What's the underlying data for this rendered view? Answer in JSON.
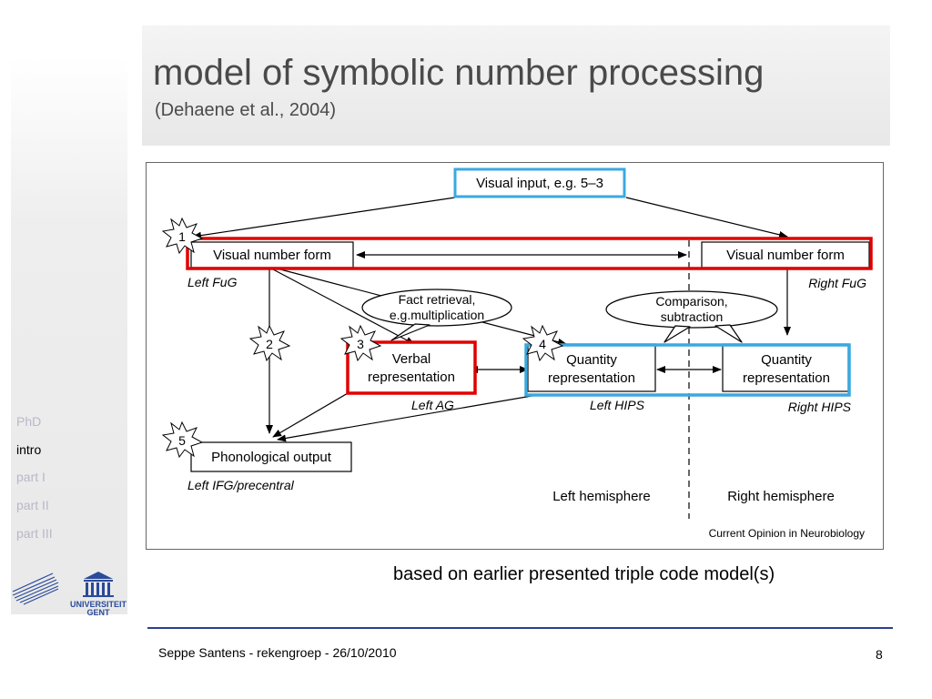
{
  "slide": {
    "title": "model of symbolic number processing",
    "subtitle": "(Dehaene et al., 2004)",
    "note": "based on earlier presented triple code model(s)",
    "footer": "Seppe Santens - rekengroep - 26/10/2010",
    "page": "8"
  },
  "nav": {
    "items": [
      "PhD",
      "intro",
      "part I",
      "part II",
      "part III"
    ],
    "active": "intro"
  },
  "logo": {
    "line1": "UNIVERSITEIT",
    "line2": "GENT"
  },
  "diagram": {
    "visual_input": "Visual input, e.g. 5–3",
    "vnf_left": "Visual number form",
    "vnf_right": "Visual number form",
    "left_fug": "Left FuG",
    "right_fug": "Right FuG",
    "fact_l1": "Fact retrieval,",
    "fact_l2": "e.g.multiplication",
    "comp_l1": "Comparison,",
    "comp_l2": "subtraction",
    "verbal_l1": "Verbal",
    "verbal_l2": "representation",
    "left_ag": "Left AG",
    "qty_left_l1": "Quantity",
    "qty_left_l2": "representation",
    "qty_right_l1": "Quantity",
    "qty_right_l2": "representation",
    "left_hips": "Left HIPS",
    "right_hips": "Right HIPS",
    "phon": "Phonological output",
    "left_ifg": "Left IFG/precentral",
    "left_hemi": "Left hemisphere",
    "right_hemi": "Right hemisphere",
    "source": "Current Opinion in Neurobiology",
    "star1": "1",
    "star2": "2",
    "star3": "3",
    "star4": "4",
    "star5": "5",
    "highlight_red": "#e00000",
    "highlight_blue": "#3aa9e0"
  }
}
